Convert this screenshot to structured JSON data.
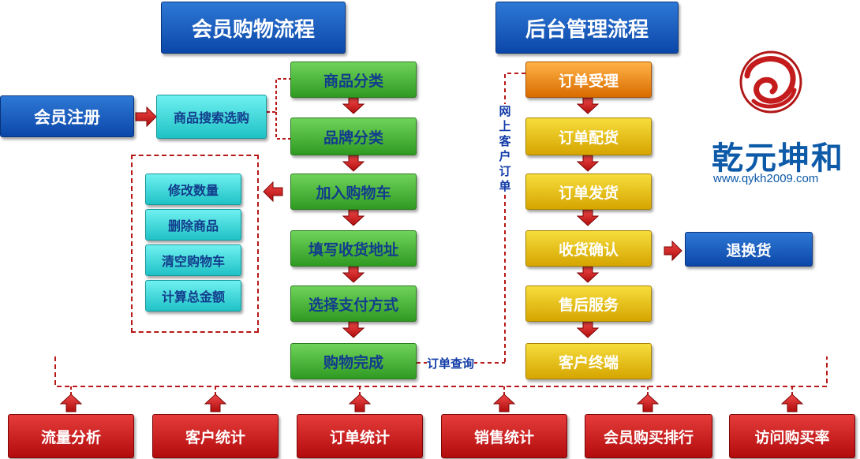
{
  "titles": {
    "member_flow": "会员购物流程",
    "admin_flow": "后台管理流程"
  },
  "member": {
    "register": "会员注册",
    "search": "商品搜索选购",
    "steps": [
      "商品分类",
      "品牌分类",
      "加入购物车",
      "填写收货地址",
      "选择支付方式",
      "购物完成"
    ],
    "cart_ops": [
      "修改数量",
      "删除商品",
      "清空购物车",
      "计算总金额"
    ]
  },
  "admin": {
    "steps": [
      "订单受理",
      "订单配货",
      "订单发货",
      "收货确认",
      "售后服务",
      "客户终端"
    ],
    "return": "退换货"
  },
  "connectors": {
    "online_order": "网上客户订单",
    "order_query": "订单查询"
  },
  "stats": [
    "流量分析",
    "客户统计",
    "订单统计",
    "销售统计",
    "会员购买排行",
    "访问购买率"
  ],
  "logo": {
    "name": "乾元坤和",
    "url": "www.qykh2009.com"
  },
  "colors": {
    "blue": "#0b47a8",
    "green": "#2f9a22",
    "cyan": "#1fc2c6",
    "orange": "#d96b00",
    "yellow": "#d6a500",
    "red": "#b30c0c",
    "dash": "#b71818"
  }
}
